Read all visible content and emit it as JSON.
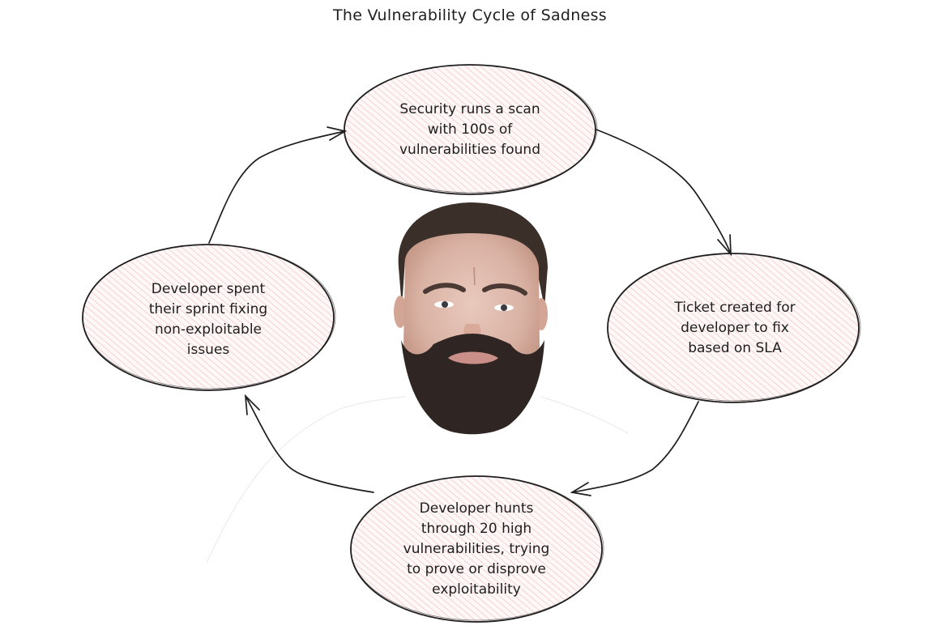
{
  "diagram": {
    "title": "The Vulnerability Cycle of Sadness",
    "colors": {
      "stroke": "#1e1e1e",
      "fill_hatch": "#f4b6b6",
      "fill_base": "#fff6f6",
      "faint_line": "#e6e6e6"
    },
    "nodes": [
      {
        "id": "scan",
        "label": "Security runs a scan\nwith 100s of\nvulnerabilities found",
        "position": "top"
      },
      {
        "id": "ticket",
        "label": "Ticket created for\ndeveloper to fix\nbased on SLA",
        "position": "right"
      },
      {
        "id": "hunt",
        "label": "Developer hunts\nthrough 20 high\nvulnerabilities, trying\nto prove or disprove\nexploitability",
        "position": "bottom"
      },
      {
        "id": "sprint",
        "label": "Developer spent\ntheir sprint fixing\nnon-exploitable\nissues",
        "position": "left"
      }
    ],
    "edges": [
      {
        "from": "scan",
        "to": "ticket"
      },
      {
        "from": "ticket",
        "to": "hunt"
      },
      {
        "from": "hunt",
        "to": "sprint"
      },
      {
        "from": "sprint",
        "to": "scan"
      }
    ],
    "center_image": {
      "description": "sad bearded man face",
      "expression": "frowning"
    }
  }
}
